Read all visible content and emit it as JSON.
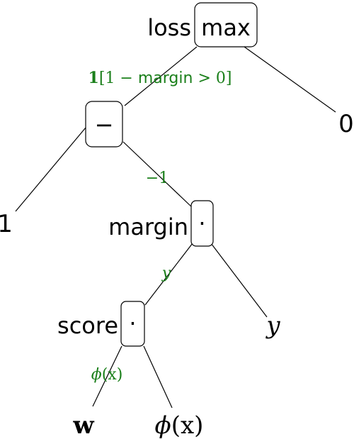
{
  "colors": {
    "gradient": "#1a7f1a",
    "highlight": "#d21414",
    "ink": "#000000"
  },
  "nodes": {
    "loss": {
      "name": "loss",
      "op": "max"
    },
    "minus": {
      "op": "−"
    },
    "margin": {
      "name": "margin",
      "op": "·"
    },
    "score": {
      "name": "score",
      "op": "·"
    }
  },
  "leaves": {
    "zero": "0",
    "one": "1",
    "y": "y",
    "w": "w",
    "phi": {
      "func": "ϕ",
      "arg": "(x)"
    }
  },
  "gradients": {
    "loss_to_minus": {
      "indicator": "1",
      "bracket": "[1 − ",
      "word": "margin",
      "tail": " > 0]"
    },
    "minus_to_margin": "−1",
    "margin_to_score": "y",
    "score_to_w": {
      "func": "ϕ",
      "arg": "(x)"
    }
  }
}
